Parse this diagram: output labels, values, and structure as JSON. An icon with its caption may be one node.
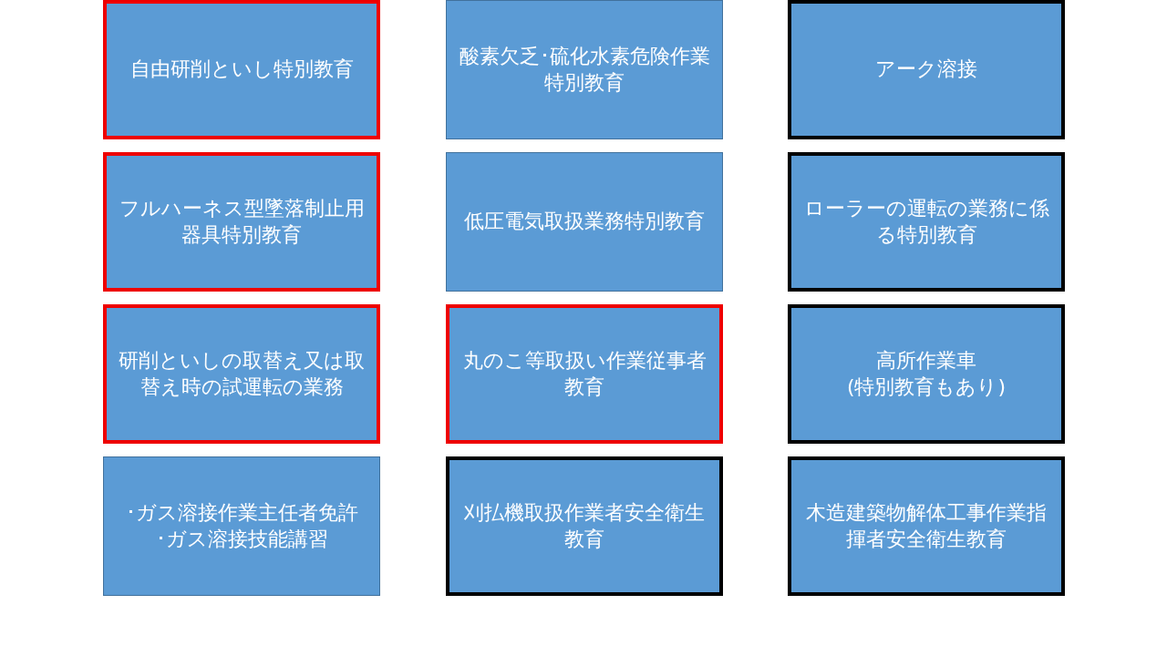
{
  "diagram": {
    "nodes": [
      {
        "text": [
          "自由研削といし特別教育"
        ]
      },
      {
        "text": [
          "酸素欠乏･硫化水素危険作業特別教育"
        ]
      },
      {
        "text": [
          "アーク溶接"
        ]
      },
      {
        "text": [
          "フルハーネス型墜落制止用器具特別教育"
        ]
      },
      {
        "text": [
          "低圧電気取扱業務特別教育"
        ]
      },
      {
        "text": [
          "ローラーの運転の業務に係る特別教育"
        ]
      },
      {
        "text": [
          "研削といしの取替え又は取替え時の試運転の業務"
        ]
      },
      {
        "text": [
          "丸のこ等取扱い作業従事者教育"
        ]
      },
      {
        "text": [
          "高所作業車",
          "(特別教育もあり)"
        ]
      },
      {
        "text": [
          "･ガス溶接作業主任者免許",
          "･ガス溶接技能講習"
        ]
      },
      {
        "text": [
          "刈払機取扱作業者安全衛生教育"
        ]
      },
      {
        "text": [
          "木造建築物解体工事作業指揮者安全衛生教育"
        ]
      }
    ]
  }
}
